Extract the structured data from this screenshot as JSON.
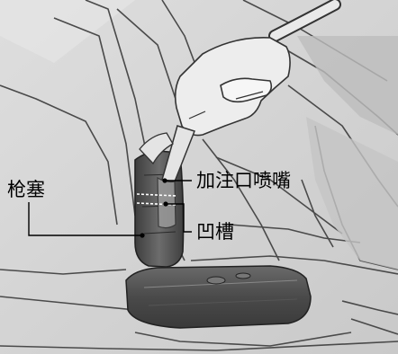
{
  "callouts": {
    "plunger": "枪塞",
    "nozzle": "加注口喷嘴",
    "groove": "凹槽"
  },
  "colors": {
    "background": "#d4d4d4",
    "line_art": "#333333",
    "highlight_bands": "#5a5a5a",
    "label_text": "#000000"
  }
}
